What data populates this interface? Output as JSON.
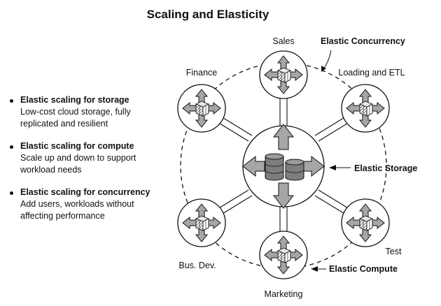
{
  "title": "Scaling and Elasticity",
  "bullets": [
    {
      "heading": "Elastic scaling for storage",
      "lines": [
        "Low-cost cloud storage, fully",
        "replicated and resilient"
      ]
    },
    {
      "heading": "Elastic scaling for compute",
      "lines": [
        "Scale up and down to support",
        "workload needs"
      ]
    },
    {
      "heading": "Elastic scaling for concurrency",
      "lines": [
        "Add users, workloads without",
        "affecting performance"
      ]
    }
  ],
  "nodes": {
    "sales": "Sales",
    "finance": "Finance",
    "loading": "Loading and ETL",
    "busdev": "Bus. Dev.",
    "test": "Test",
    "marketing": "Marketing"
  },
  "callouts": {
    "concurrency": "Elastic Concurrency",
    "storage": "Elastic Storage",
    "compute": "Elastic Compute"
  },
  "colors": {
    "line": "#111111",
    "arrow_fill": "#a6a6a6",
    "cylinder": "#7d7d7d",
    "cube_hatch": "#444444"
  }
}
